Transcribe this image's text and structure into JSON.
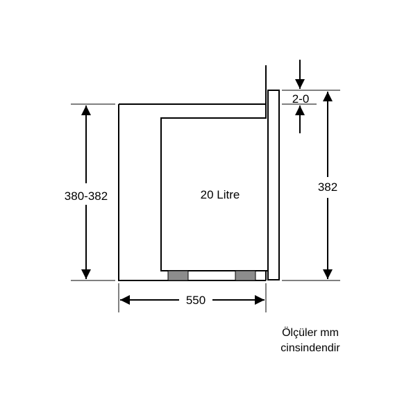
{
  "labels": {
    "height_left": "380-382",
    "capacity": "20 Litre",
    "height_right": "382",
    "gap": "2-0",
    "depth": "550",
    "note_line1": "Ölçüler mm",
    "note_line2": "cinsindendir"
  },
  "colors": {
    "line": "#000000",
    "feet": "#8c8c8c",
    "background": "#ffffff"
  }
}
